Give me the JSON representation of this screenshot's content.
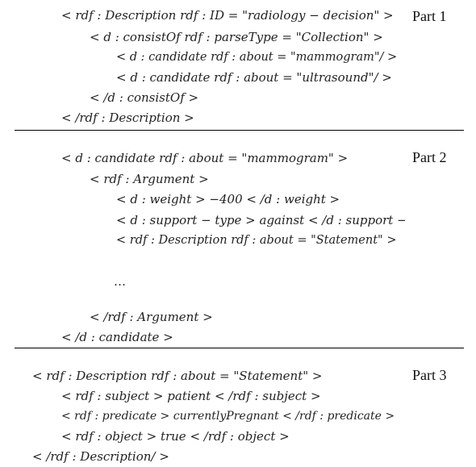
{
  "sections": [
    {
      "label": "Part 1",
      "lines": [
        "< rdf : Description rdf : ID = \"radiology − decision\" >",
        "< d : consistOf rdf : parseType = \"Collection\" >",
        "< d : candidate rdf : about = \"mammogram\"/ >",
        "< d : candidate rdf : about = \"ultrasound\"/ >",
        "< /d : consistOf >",
        "< /rdf : Description >"
      ]
    },
    {
      "label": "Part 2",
      "lines": [
        "< d : candidate rdf : about = \"mammogram\" >",
        "< rdf : Argument >",
        "< d : weight > −400 < /d : weight >",
        "< d : support − type > against < /d : support − type",
        "< rdf : Description rdf : about = \"Statement\" >",
        "…",
        "< /rdf : Argument >",
        "< /d : candidate >"
      ]
    },
    {
      "label": "Part 3",
      "lines": [
        "< rdf : Description rdf : about = \"Statement\" >",
        "< rdf : subject > patient < /rdf : subject >",
        "< rdf : predicate > currentlyPregnant < /rdf : predicate >",
        "< rdf : object > true < /rdf : object >",
        "< /rdf : Description/ >"
      ]
    }
  ]
}
